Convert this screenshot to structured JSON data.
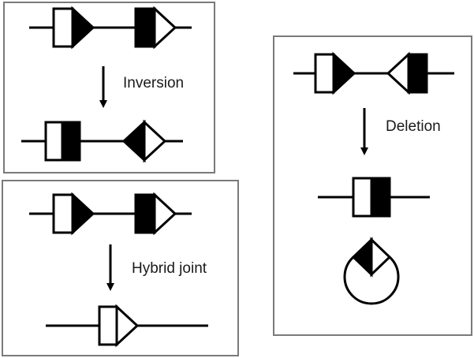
{
  "labels": {
    "inversion": "Inversion",
    "hybrid": "Hybrid joint",
    "deletion": "Deletion"
  },
  "colors": {
    "ink": "#000000",
    "frame": "#7a7a7a",
    "background": "#ffffff"
  }
}
